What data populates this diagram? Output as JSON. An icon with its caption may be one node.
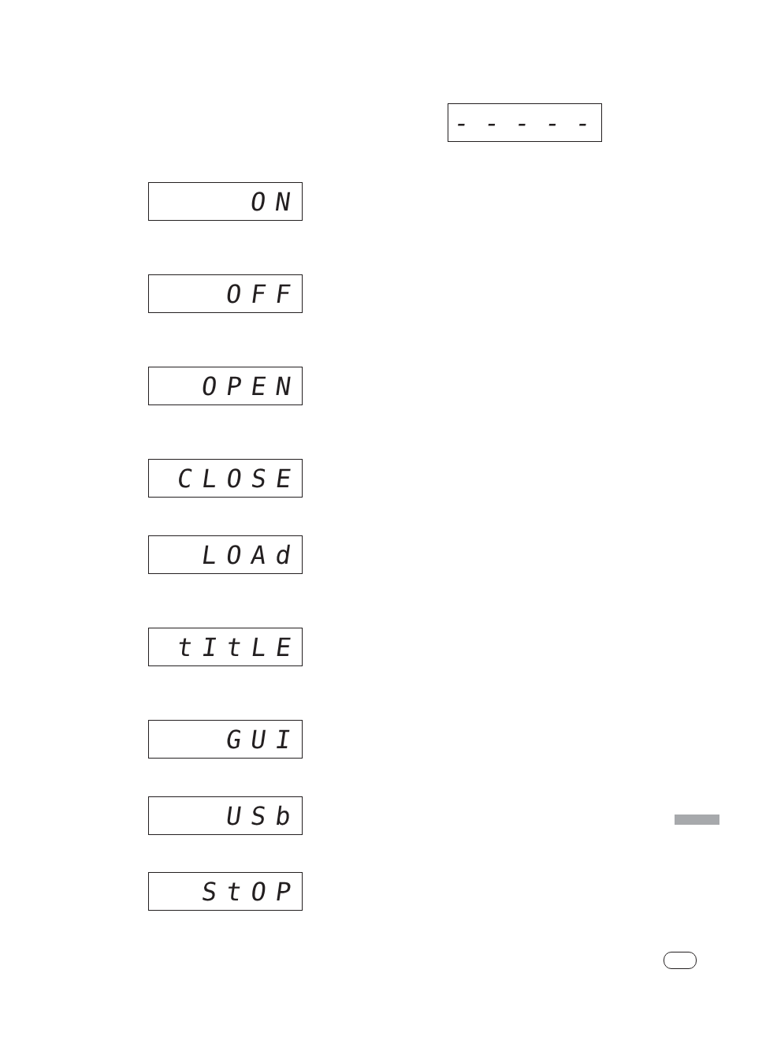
{
  "diagram": {
    "nodes": [
      {
        "text": [
          "- - - - -"
        ]
      },
      {
        "text": [
          "ON"
        ]
      },
      {
        "text": [
          "OFF"
        ]
      },
      {
        "text": [
          "OPEN"
        ]
      },
      {
        "text": [
          "CLOSE"
        ]
      },
      {
        "text": [
          "LOAd"
        ]
      },
      {
        "text": [
          "tItLE"
        ]
      },
      {
        "text": [
          "GUI"
        ]
      },
      {
        "text": [
          "USb"
        ]
      },
      {
        "text": [
          "StOP"
        ]
      }
    ],
    "edges": []
  }
}
